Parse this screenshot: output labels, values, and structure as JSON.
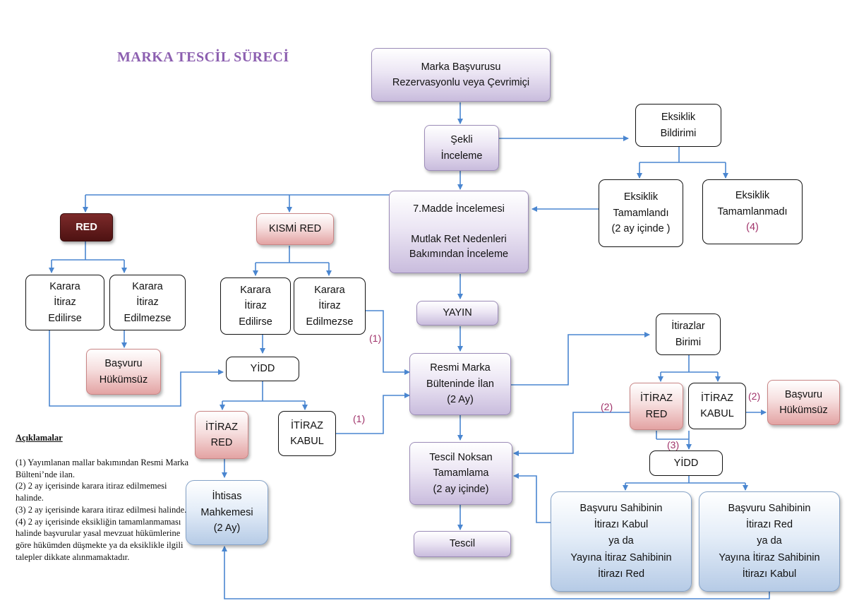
{
  "title": "MARKA TESCİL SÜRECİ",
  "boxes": {
    "basvuru": "Marka Başvurusu\nRezervasyonlu veya Çevrimiçi",
    "sekli": "Şekli\nİnceleme",
    "eksiklik_bildirimi": "Eksiklik\nBildirimi",
    "eksiklik_tamamlandi": "Eksiklik\nTamamlandı\n(2 ay içinde )",
    "eksiklik_tamamlanmadi": "Eksiklik\nTamamlanmadı",
    "eksiklik_tamamlanmadi_note": "(4)",
    "madde7": "7.Madde İncelemesi\n\nMutlak Ret Nedenleri\nBakımından İnceleme",
    "red": "RED",
    "kismi_red": "KISMİ RED",
    "karara_itiraz_edilirse_1": "Karara\nİtiraz\nEdilirse",
    "karara_itiraz_edilmezse_1": "Karara\nİtiraz\nEdilmezse",
    "basvuru_hukumsuz_1": "Başvuru\nHükümsüz",
    "karara_itiraz_edilirse_2": "Karara\nİtiraz\nEdilirse",
    "karara_itiraz_edilmezse_2": "Karara\nİtiraz\nEdilmezse",
    "yidd_left": "YİDD",
    "itiraz_red_left": "İTİRAZ\nRED",
    "itiraz_kabul_left": "İTİRAZ\nKABUL",
    "ihtisas": "İhtisas\nMahkemesi\n(2 Ay)",
    "yayin": "YAYIN",
    "bulten": "Resmi Marka\nBülteninde İlan\n(2 Ay)",
    "tescil_noksan": "Tescil  Noksan\nTamamlama\n(2 ay içinde)",
    "tescil": "Tescil",
    "itirazlar_birimi": "İtirazlar\nBirimi",
    "itiraz_red_right": "İTİRAZ\nRED",
    "itiraz_kabul_right": "İTİRAZ\nKABUL",
    "basvuru_hukumsuz_2": "Başvuru\nHükümsüz",
    "yidd_right": "YİDD",
    "sahibi_kabul": "Başvuru Sahibinin\nİtirazı Kabul\nya da\nYayına İtiraz Sahibinin\nİtirazı Red",
    "sahibi_red": "Başvuru Sahibinin\nİtirazı Red\nya da\nYayına İtiraz Sahibinin\nİtirazı Kabul"
  },
  "labels": {
    "l1a": "(1)",
    "l1b": "(1)",
    "l2": "(2)",
    "l2b": "(2)",
    "l3": "(3)"
  },
  "notes": {
    "heading": "Açıklamalar",
    "items": [
      "(1) Yayımlanan mallar bakımından Resmi Marka Bülteni’nde ilan.",
      "(2) 2 ay içerisinde karara itiraz edilmemesi halinde.",
      "(3) 2 ay içerisinde karara itiraz edilmesi halinde.",
      "(4) 2 ay içerisinde eksikliğin tamamlanmaması halinde başvurular yasal mevzuat hükümlerine göre hükümden düşmekte ya da eksiklikle ilgili talepler dikkate alınmamaktadır."
    ]
  },
  "colors": {
    "arrow": "#4a86d0",
    "title": "#8c5fb0",
    "number_label": "#a0336a"
  }
}
